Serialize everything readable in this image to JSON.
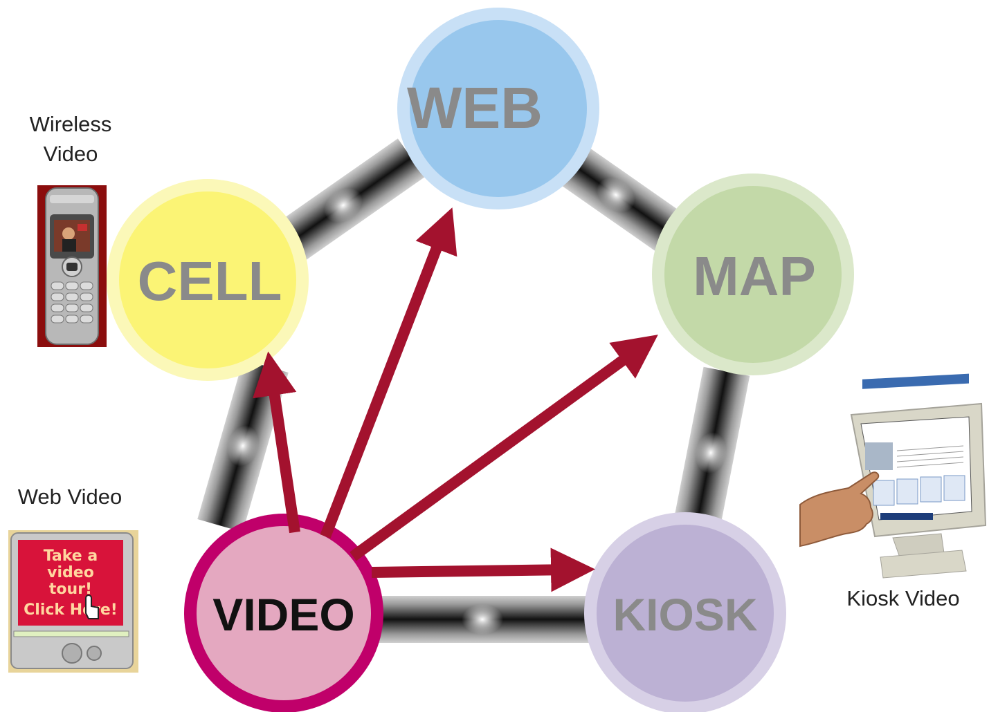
{
  "nodes": {
    "web": {
      "label": "WEB",
      "fill": "#98c7ed",
      "ring": "#c8e0f6",
      "text_color": "#8a8a8a"
    },
    "cell": {
      "label": "CELL",
      "fill": "#fbf475",
      "ring": "#fbf8b8",
      "text_color": "#8a8a8a"
    },
    "map": {
      "label": "MAP",
      "fill": "#c3d9a8",
      "ring": "#dbe8ca",
      "text_color": "#8a8a8a"
    },
    "video": {
      "label": "VIDEO",
      "fill": "#e4a8c0",
      "ring": "#c0006a",
      "text_color": "#111111"
    },
    "kiosk": {
      "label": "KIOSK",
      "fill": "#bcb1d4",
      "ring": "#d7d0e6",
      "text_color": "#8a8a8a"
    }
  },
  "captions": {
    "wireless_line1": "Wireless",
    "wireless_line2": "Video",
    "web_video": "Web Video",
    "kiosk_video": "Kiosk Video"
  },
  "web_video_button": {
    "line1": "Take a",
    "line2": "video",
    "line3": "tour!",
    "line4": "Click Here!"
  },
  "colors": {
    "arrow": "#a3122e",
    "connector_dark": "#1a1a1a",
    "connector_light": "#eeeeee"
  },
  "icons": [
    "cell-phone-image",
    "web-video-button-image",
    "kiosk-touchscreen-image"
  ]
}
